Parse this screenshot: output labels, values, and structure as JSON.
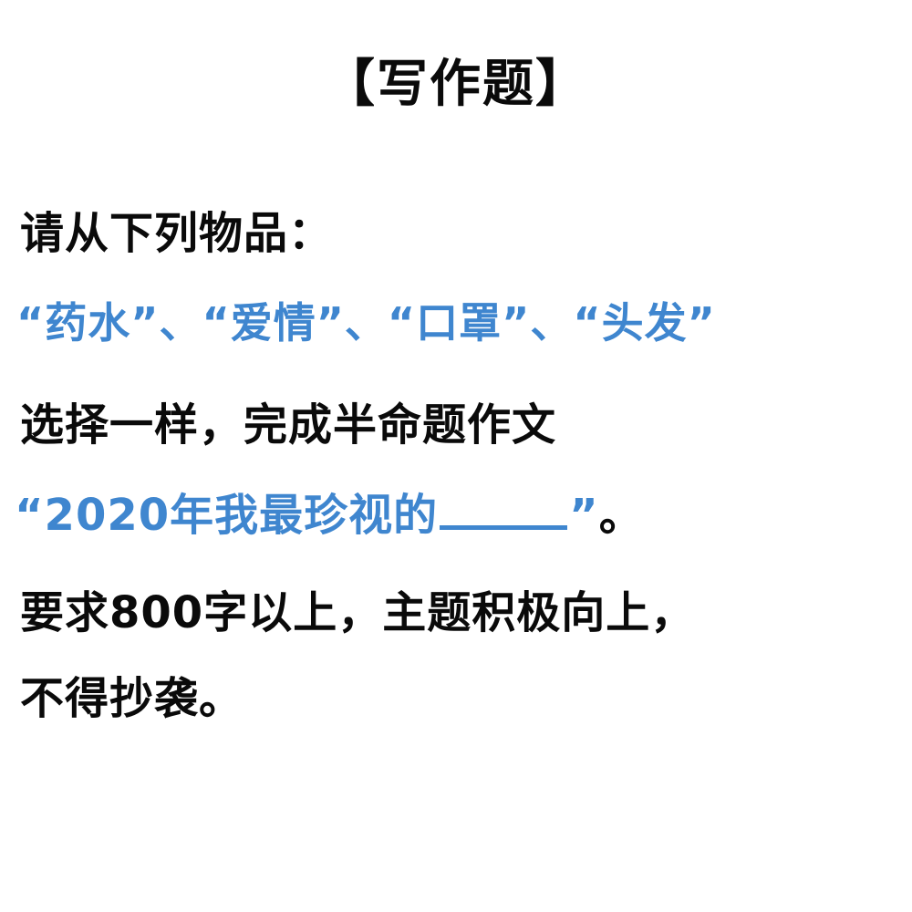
{
  "title": "【写作题】",
  "lines": {
    "l1": "请从下列物品：",
    "l2": "“药水”、“爱情”、“口罩”、“头发”",
    "l3": "选择一样，完成半命题作文",
    "l4_prefix": "“2020年我最珍视的",
    "l4_suffix": "”",
    "l4_end": "。",
    "l5": "要求800字以上，主题积极向上，",
    "l6": "不得抄袭。"
  },
  "colors": {
    "text": "#0a0a0a",
    "accent": "#3f86cf",
    "background": "#ffffff"
  }
}
